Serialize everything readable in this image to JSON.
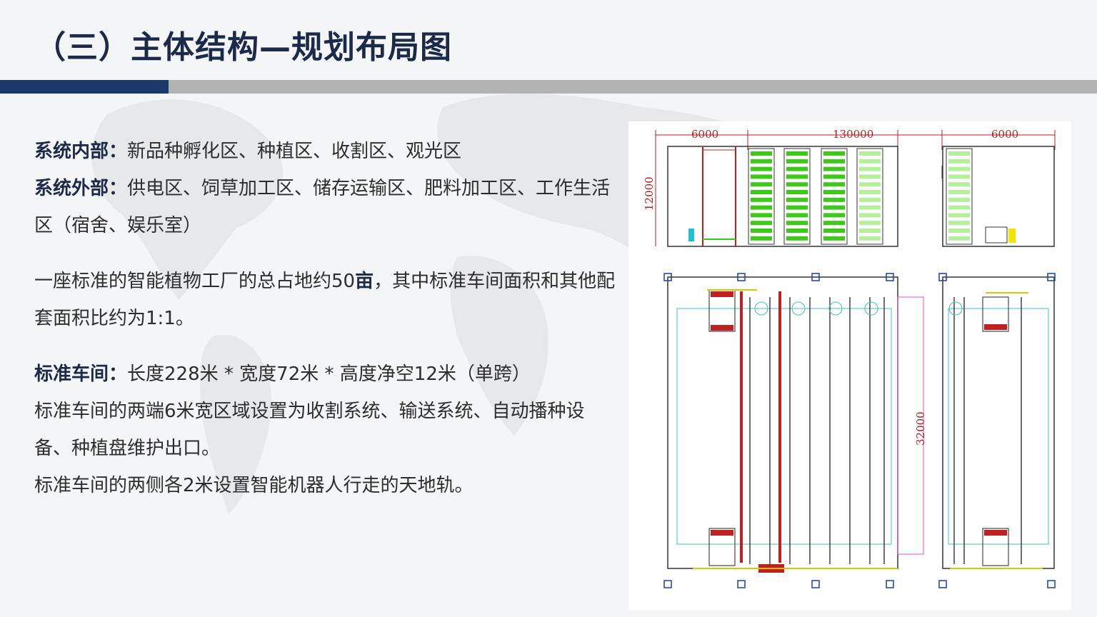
{
  "title": "（三）主体结构—规划布局图",
  "accent_colors": {
    "navy": "#1b3a6b",
    "grey_bar": "#b3b3b3",
    "plant_green": "#3ec91a",
    "dimension_red": "#b02020"
  },
  "sections": {
    "system_internal": {
      "label": "系统内部：",
      "text": "新品种孵化区、种植区、收割区、观光区"
    },
    "system_external": {
      "label": "系统外部：",
      "text": "供电区、饲草加工区、储存运输区、肥料加工区、工作生活区（宿舍、娱乐室）"
    },
    "area_note": {
      "text_a": "一座标准的智能植物工厂的总占地约50",
      "unit": "亩",
      "text_b": "，其中标准车间面积和其他配套面积比约为1:1。"
    },
    "workshop": {
      "label": "标准车间：",
      "dims": "长度228米 * 宽度72米 * 高度净空12米（单跨）",
      "line1": "标准车间的两端6米宽区域设置为收割系统、输送系统、自动播种设备、种植盘维护出口。",
      "line2": "标准车间的两侧各2米设置智能机器人行走的天地轨。"
    }
  },
  "drawing": {
    "dim_left": "6000",
    "dim_middle": "130000",
    "dim_right": "6000",
    "dim_height": "12000",
    "dim_length": "32000"
  }
}
